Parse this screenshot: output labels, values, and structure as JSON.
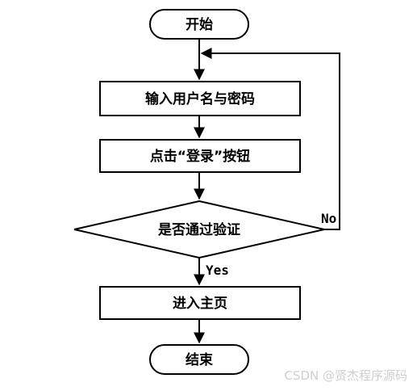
{
  "diagram": {
    "nodes": {
      "start": "开始",
      "input": "输入用户名与密码",
      "click": "点击“登录”按钮",
      "decision": "是否通过验证",
      "home": "进入主页",
      "end": "结束"
    },
    "edges": {
      "yes": "Yes",
      "no": "No"
    },
    "colors": {
      "stroke": "#000000",
      "fill": "#ffffff",
      "text": "#000000"
    }
  },
  "watermark": "CSDN @贤杰程序源码"
}
